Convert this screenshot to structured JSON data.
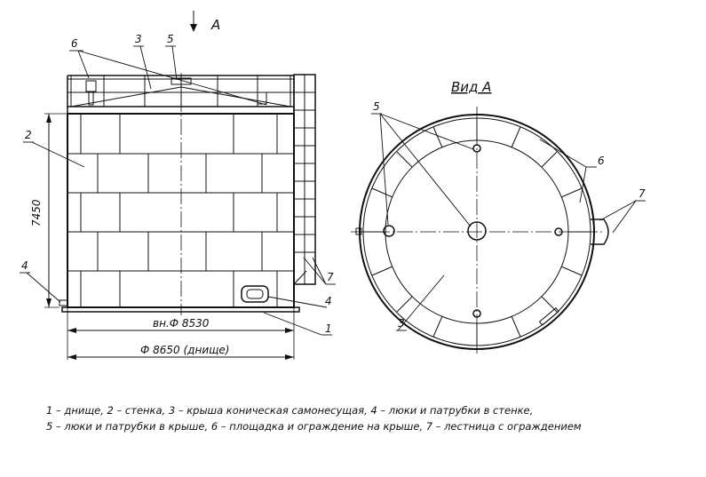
{
  "view_arrow_label": "A",
  "view_title": "Вид А",
  "dimensions": {
    "height": "7450",
    "inner_diameter": "вн.Ф 8530",
    "bottom_diameter": "Ф 8650 (днище)"
  },
  "callouts": {
    "left": {
      "n1": "1",
      "n2": "2",
      "n3": "3",
      "n4a": "4",
      "n4b": "4",
      "n5": "5",
      "n6": "6",
      "n7": "7"
    },
    "right": {
      "n3": "3",
      "n5": "5",
      "n6": "6",
      "n7": "7"
    }
  },
  "legend": {
    "line1": "1 – днище, 2 – стенка, 3 – крыша коническая самонесущая, 4 – люки и патрубки в стенке,",
    "line2": "5 – люки и патрубки в крыше, 6 – площадка и ограждение на крыше, 7 – лестница с ограждением"
  }
}
